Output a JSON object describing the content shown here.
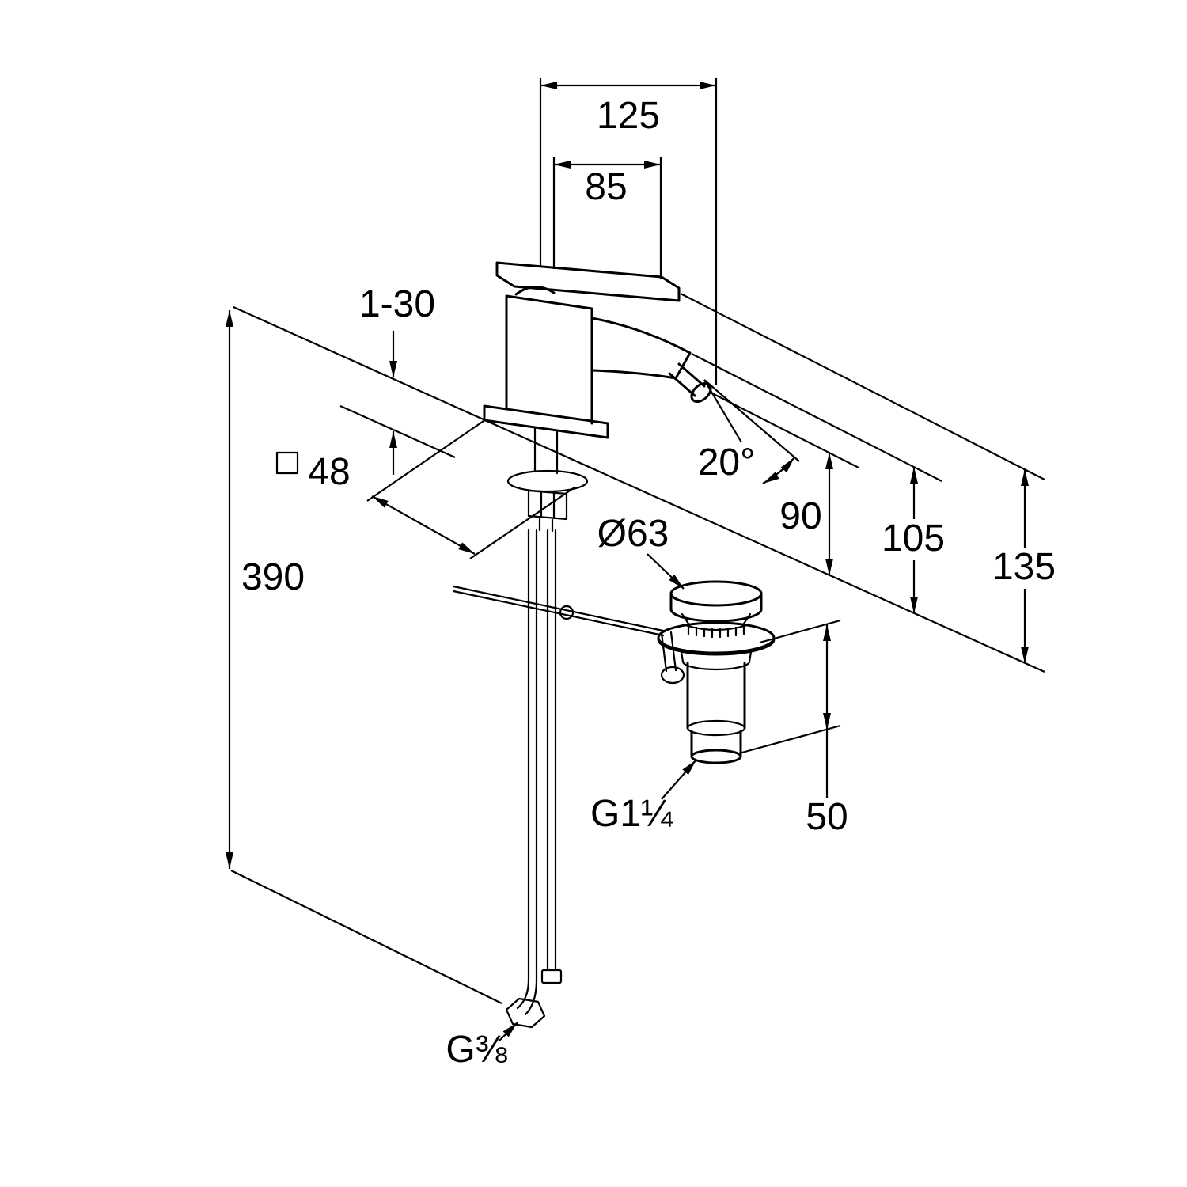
{
  "drawing": {
    "title": "Bidet single-lever mixer with pop-up waste — dimensional drawing",
    "line_color": "#000000",
    "background": "#ffffff"
  },
  "labels": {
    "d125": "125",
    "d85": "85",
    "d1_30": "1-30",
    "d48": "48",
    "d390": "390",
    "angle20": "20°",
    "d90": "90",
    "d105": "105",
    "d135": "135",
    "dia63": "Ø63",
    "thread_waste": "G1¼",
    "d50": "50",
    "thread_supply": "G⅜"
  }
}
